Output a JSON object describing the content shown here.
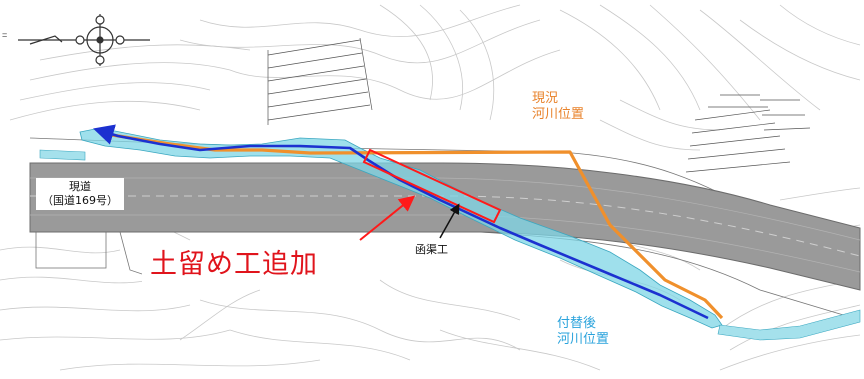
{
  "labels": {
    "current_river": {
      "line1": "現況",
      "line2": "河川位置"
    },
    "rerouted_river": {
      "line1": "付替後",
      "line2": "河川位置"
    },
    "current_road": {
      "line1": "現道",
      "line2": "（国道169号）"
    },
    "box_culvert": "函渠工",
    "earth_retaining_added": "土留め工追加",
    "north_mark": "="
  },
  "colors": {
    "current_river_line": "#f0902c",
    "rerouted_river_line": "#1c31d0",
    "river_water": "#7fd6e6",
    "road_band": "#9a9a9a",
    "highlight": "#ff1a1a",
    "contour": "#c8c8c8",
    "current_river_text": "#e8822a",
    "rerouted_river_text": "#2aa3dc",
    "added_text": "#e0141c"
  },
  "icons": {
    "compass": "north-arrow-icon",
    "label_arrow": "pointer-arrow-icon"
  }
}
